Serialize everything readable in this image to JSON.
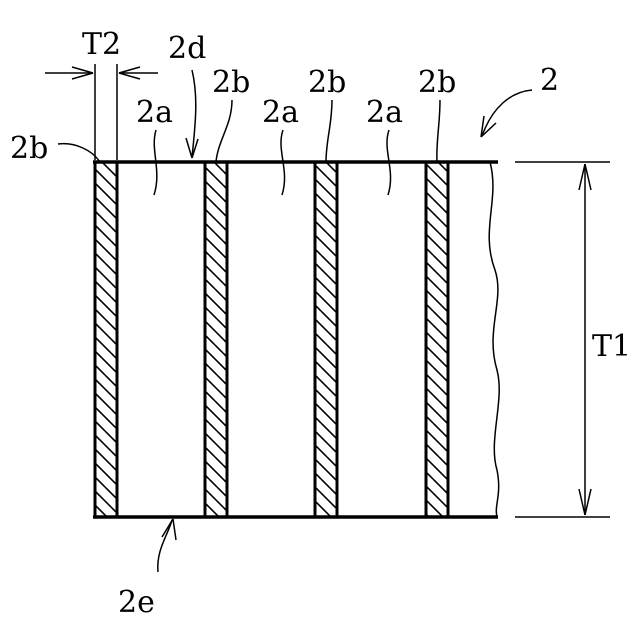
{
  "figure": {
    "labels": {
      "ref_2": "2",
      "T2": "T2",
      "T1": "T1",
      "2d": "2d",
      "2e": "2e",
      "2b_left": "2b",
      "2b_1": "2b",
      "2b_2": "2b",
      "2b_3": "2b",
      "2a_1": "2a",
      "2a_2": "2a",
      "2a_3": "2a"
    }
  }
}
